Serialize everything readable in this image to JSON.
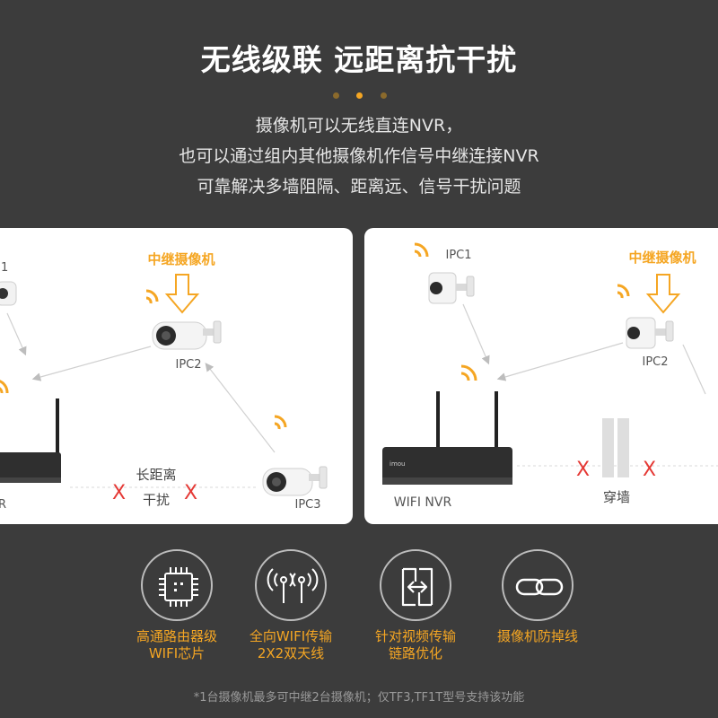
{
  "header": {
    "title": "无线级联 远距离抗干扰",
    "lines": [
      "摄像机可以无线直连NVR，",
      "也可以通过组内其他摄像机作信号中继连接NVR",
      "可靠解决多墙阻隔、距离远、信号干扰问题"
    ]
  },
  "diagram_left": {
    "relay_label": "中继摄像机",
    "ipc1_label": "1",
    "ipc2_label": "IPC2",
    "ipc3_label": "IPC3",
    "nvr_label": "R",
    "obstacle_label_1": "长距离",
    "obstacle_label_2": "干扰",
    "x_mark": "X"
  },
  "diagram_right": {
    "relay_label": "中继摄像机",
    "ipc1_label": "IPC1",
    "ipc2_label": "IPC2",
    "nvr_label": "WIFI NVR",
    "nvr_brand": "imou",
    "wall_label": "穿墙",
    "x_mark": "X"
  },
  "features": [
    {
      "icon": "chip-icon",
      "line1": "高通路由器级",
      "line2": "WIFI芯片"
    },
    {
      "icon": "antenna-icon",
      "line1": "全向WIFI传输",
      "line2": "2X2双天线"
    },
    {
      "icon": "video-link-icon",
      "line1": "针对视频传输",
      "line2": "链路优化"
    },
    {
      "icon": "chain-link-icon",
      "line1": "摄像机防掉线",
      "line2": ""
    }
  ],
  "footnote": "*1台摄像机最多可中继2台摄像机；仅TF3,TF1T型号支持该功能",
  "colors": {
    "background": "#3c3c3c",
    "accent": "#f5a623",
    "x_red": "#e53935",
    "panel": "#ffffff"
  }
}
